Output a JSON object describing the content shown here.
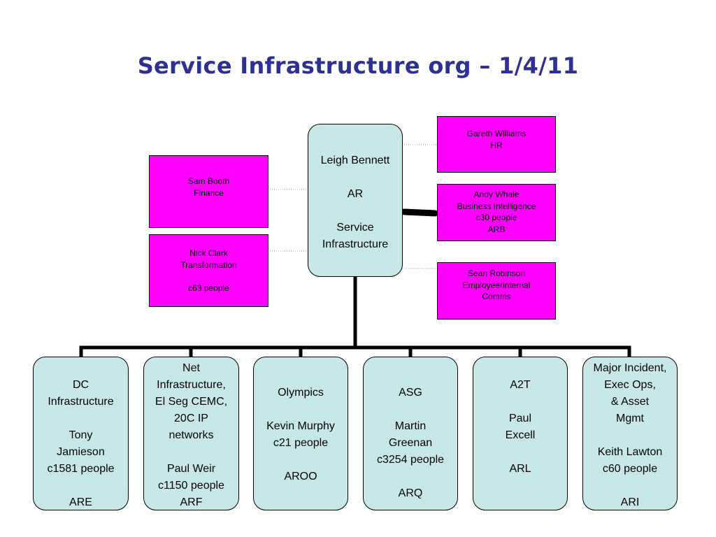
{
  "title": "Service Infrastructure org – 1/4/11",
  "head": {
    "name": "Leigh Bennett",
    "code": "AR",
    "dept_line1": "Service",
    "dept_line2": "Infrastructure"
  },
  "side_left": [
    {
      "line1": "Sam Booth",
      "line2": "Finance"
    },
    {
      "line1": "Nick Clark",
      "line2": "Transformation",
      "line3": "c63 people"
    }
  ],
  "side_right": [
    {
      "line1": "Gareth Williams",
      "line2": "HR"
    },
    {
      "line1": "Andy Whale",
      "line2": "Business Intelligence",
      "line3": "c30 people",
      "line4": "ARB"
    },
    {
      "line1": "Sean Robinson",
      "line2": "Employee/Internal",
      "line3": "Comms"
    }
  ],
  "units": [
    {
      "l1": "DC",
      "l2": "Infrastructure",
      "l3": "Tony",
      "l4": "Jamieson",
      "l5": "c1581 people",
      "l6": "ARE"
    },
    {
      "l1": "Net",
      "l2": "Infrastructure,",
      "l3": "El Seg CEMC,",
      "l4": "20C IP",
      "l5": "networks",
      "l6": "Paul Weir",
      "l7": "c1150 people",
      "l8": "ARF"
    },
    {
      "l1": "Olympics",
      "l2": "Kevin Murphy",
      "l3": "c21 people",
      "l4": "AROO"
    },
    {
      "l1": "ASG",
      "l2": "Martin",
      "l3": "Greenan",
      "l4": "c3254 people",
      "l5": "ARQ"
    },
    {
      "l1": "A2T",
      "l2": "Paul",
      "l3": "Excell",
      "l4": "ARL"
    },
    {
      "l1": "Major Incident,",
      "l2": "Exec Ops,",
      "l3": "& Asset",
      "l4": "Mgmt",
      "l5": "Keith Lawton",
      "l6": "c60 people",
      "l7": "ARI"
    }
  ],
  "colors": {
    "title": "#2e3192",
    "pink": "#ff00ff",
    "teal": "#c8e8e8"
  }
}
